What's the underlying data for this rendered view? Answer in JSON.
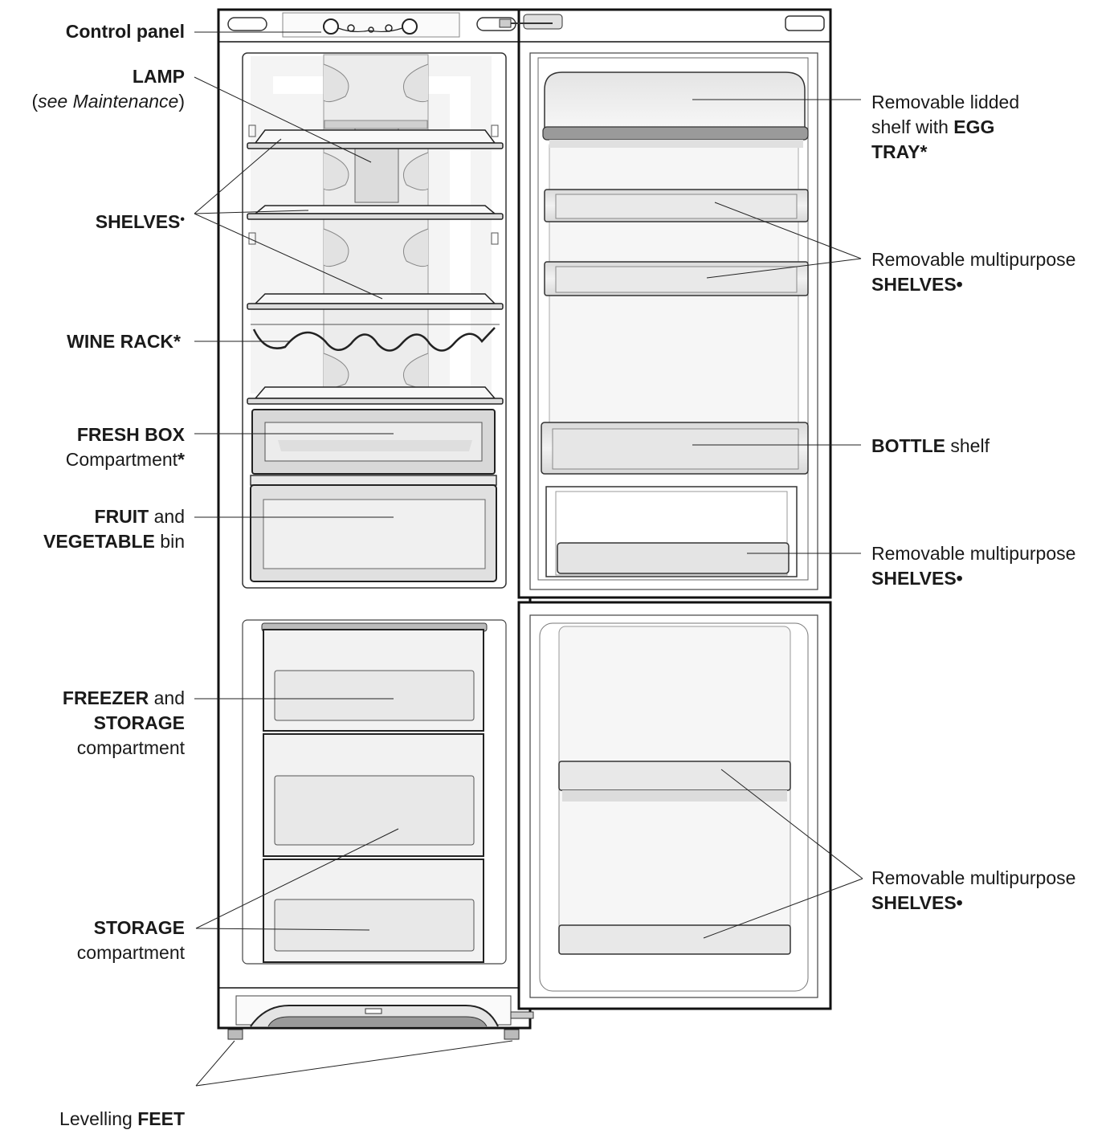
{
  "labels": {
    "control_panel": {
      "bold": "Control panel"
    },
    "lamp": {
      "bold": "LAMP",
      "paren_open": "(",
      "italic": "see Maintenance",
      "paren_close": ")"
    },
    "shelves_left": {
      "bold": "SHELVES",
      "mark": "•"
    },
    "wine_rack": {
      "bold": "WINE RACK",
      "mark": "*"
    },
    "fresh_box": {
      "bold": "FRESH BOX",
      "normal": "Compartment",
      "mark": "*"
    },
    "fruit_veg": {
      "bold1": "FRUIT",
      "normal1": " and",
      "bold2": "VEGETABLE",
      "normal2": " bin"
    },
    "freezer": {
      "bold1": "FREEZER",
      "normal1": " and",
      "bold2": "STORAGE",
      "normal2": "compartment"
    },
    "storage": {
      "bold": "STORAGE",
      "normal": "compartment"
    },
    "feet": {
      "normal": "Levelling ",
      "bold": "FEET"
    },
    "egg_tray": {
      "line1": "Removable lidded",
      "line2a": "shelf with ",
      "line2b": "EGG",
      "line3": "TRAY",
      "mark": "*"
    },
    "door_shelves_1": {
      "normal": "Removable multipurpose",
      "bold": "SHELVES•"
    },
    "bottle_shelf": {
      "bold": "BOTTLE",
      "normal": " shelf"
    },
    "door_shelves_2": {
      "normal": "Removable multipurpose",
      "bold": "SHELVES•"
    },
    "door_shelves_3": {
      "normal": "Removable multipurpose",
      "bold": "SHELVES•"
    }
  }
}
